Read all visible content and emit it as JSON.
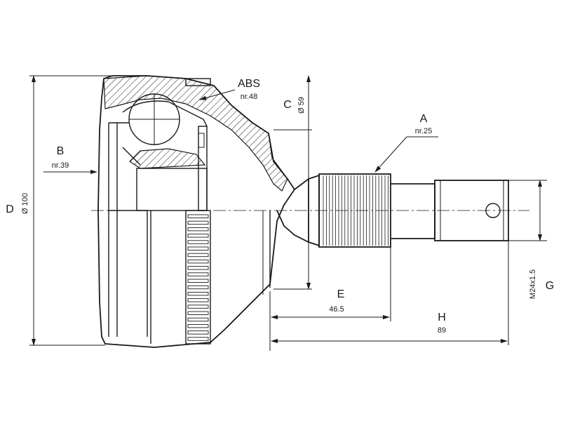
{
  "labels": {
    "abs_title": "ABS",
    "abs_value": "nr.48",
    "a_title": "A",
    "a_value": "nr.25",
    "b_title": "B",
    "b_value": "nr.39",
    "c_title": "C",
    "c_value": "Ø 59",
    "d_title": "D",
    "d_value": "Ø 100",
    "e_title": "E",
    "e_value": "46.5",
    "h_title": "H",
    "h_value": "89",
    "g_title": "G",
    "g_value": "M24x1.5"
  },
  "colors": {
    "ink": "#1a1a1a",
    "background": "#ffffff"
  }
}
